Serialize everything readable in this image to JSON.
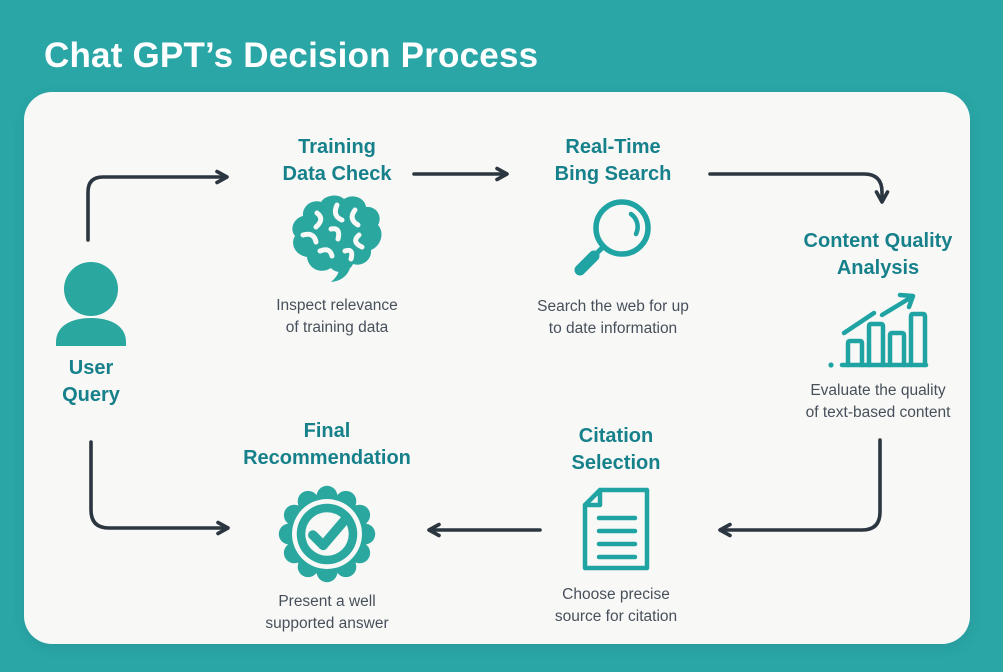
{
  "header": {
    "title": "Chat GPT’s Decision Process"
  },
  "colors": {
    "background_teal": "#2aa6a7",
    "card_background": "#f8f8f7",
    "title_teal": "#17818b",
    "icon_teal": "#2aa79f",
    "description_text": "#47505a",
    "arrow_dark": "#2b3640"
  },
  "nodes": {
    "user_query": {
      "title": "User\nQuery",
      "icon": "user-icon"
    },
    "training": {
      "title": "Training\nData Check",
      "description": "Inspect relevance\nof training data",
      "icon": "brain-icon"
    },
    "bing": {
      "title": "Real-Time\nBing Search",
      "description": "Search the web for up\nto date information",
      "icon": "magnifier-icon"
    },
    "quality": {
      "title": "Content Quality\nAnalysis",
      "description": "Evaluate the quality\nof text-based content",
      "icon": "bar-chart-growth-icon"
    },
    "citation": {
      "title": "Citation\nSelection",
      "description": "Choose precise\nsource for citation",
      "icon": "document-icon"
    },
    "final": {
      "title": "Final\nRecommendation",
      "description": "Present a well\nsupported answer",
      "icon": "badge-check-icon"
    }
  }
}
